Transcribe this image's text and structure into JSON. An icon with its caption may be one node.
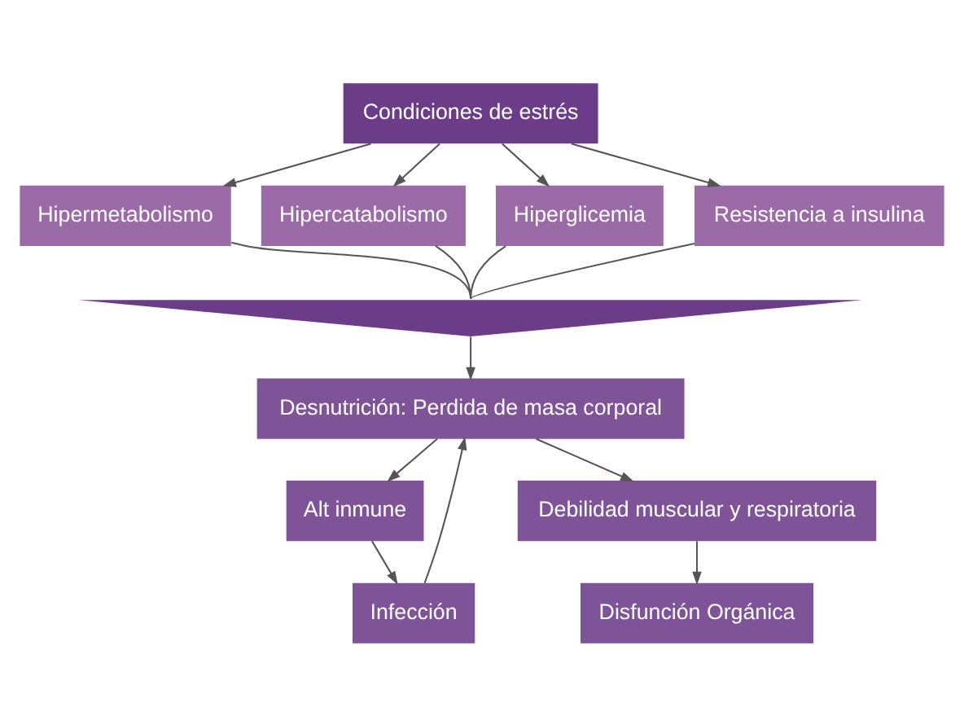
{
  "diagram": {
    "nodes": [
      {
        "text": [
          "Condiciones de estrés"
        ]
      },
      {
        "text": [
          "Hipermetabolismo"
        ]
      },
      {
        "text": [
          "Hipercatabolismo"
        ]
      },
      {
        "text": [
          "Hiperglicemia"
        ]
      },
      {
        "text": [
          "Resistencia a insulina"
        ]
      },
      {
        "text": [],
        "shape": "triangle"
      },
      {
        "text": [
          "Desnutrición: Perdida de masa corporal"
        ]
      },
      {
        "text": [
          "Alt inmune"
        ]
      },
      {
        "text": [
          "Infección"
        ]
      },
      {
        "text": [
          "Debilidad muscular y respiratoria"
        ]
      },
      {
        "text": [
          "Disfunción Orgánica"
        ]
      }
    ],
    "edges": [
      {
        "from": 0,
        "to": 1,
        "arrow": "to"
      },
      {
        "from": 0,
        "to": 2,
        "arrow": "to"
      },
      {
        "from": 0,
        "to": 3,
        "arrow": "to"
      },
      {
        "from": 0,
        "to": 4,
        "arrow": "to"
      },
      {
        "from": 1,
        "to": 5,
        "arrow": "none"
      },
      {
        "from": 2,
        "to": 5,
        "arrow": "none"
      },
      {
        "from": 3,
        "to": 5,
        "arrow": "none"
      },
      {
        "from": 4,
        "to": 5,
        "arrow": "none"
      },
      {
        "from": 5,
        "to": 6,
        "arrow": "to"
      },
      {
        "from": 6,
        "to": 7,
        "arrow": "to"
      },
      {
        "from": 7,
        "to": 8,
        "arrow": "to"
      },
      {
        "from": 8,
        "to": 6,
        "arrow": "to"
      },
      {
        "from": 6,
        "to": 9,
        "arrow": "to"
      },
      {
        "from": 9,
        "to": 10,
        "arrow": "to"
      }
    ]
  }
}
